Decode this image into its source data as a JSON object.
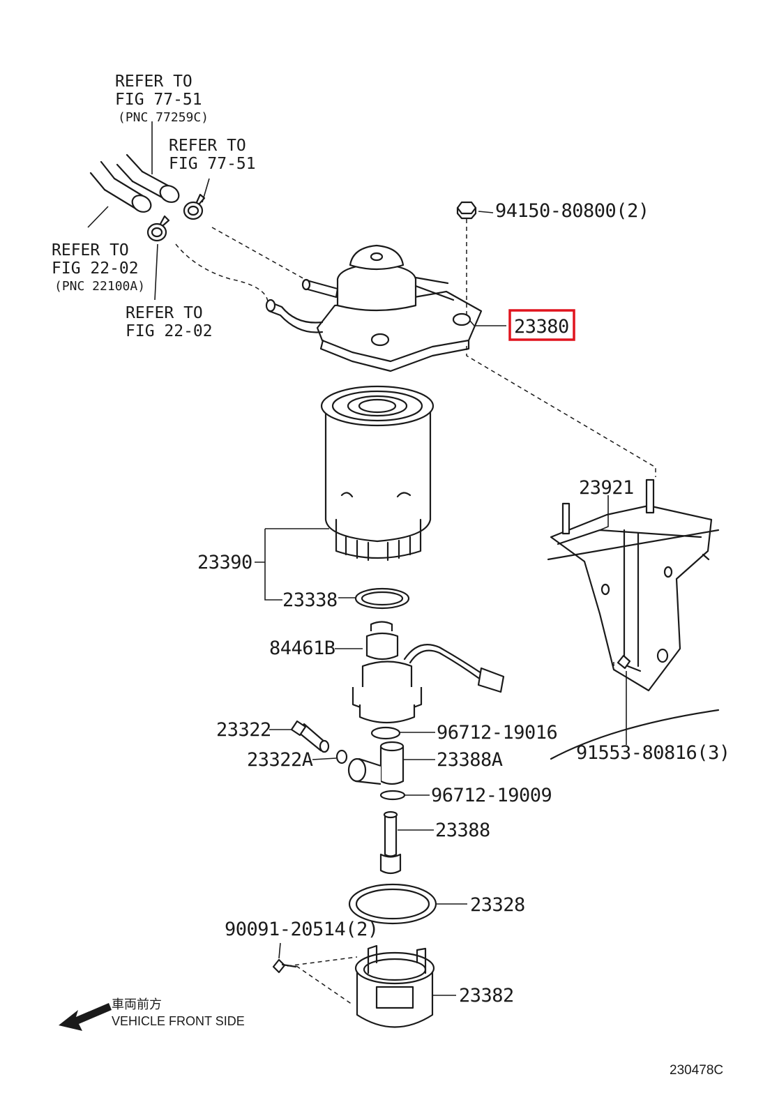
{
  "refs": {
    "fig77_top": {
      "line1": "REFER TO",
      "line2": "FIG 77-51",
      "line3": "(PNC 77259C)"
    },
    "fig77_mid": {
      "line1": "REFER TO",
      "line2": "FIG 77-51"
    },
    "fig22_left": {
      "line1": "REFER TO",
      "line2": "FIG 22-02",
      "line3": "(PNC 22100A)"
    },
    "fig22_low": {
      "line1": "REFER TO",
      "line2": "FIG 22-02"
    }
  },
  "parts": {
    "nut": "94150-80800(2)",
    "filter_head": "23380",
    "bracket": "23921",
    "element": "23390",
    "gasket": "23338",
    "sensor": "84461B",
    "oring_upper": "96712-19016",
    "drain_plug": "23322",
    "drain_plug_gasket": "23322A",
    "union": "23388A",
    "oring_lower": "96712-19009",
    "bolt_union": "23388",
    "ring_gasket": "23328",
    "screw": "90091-20514(2)",
    "bracket_bolt": "91553-80816(3)",
    "cup": "23382"
  },
  "highlight_part": "23380",
  "highlight_color": "#e0141e",
  "direction": {
    "jp": "車両前方",
    "en": "VEHICLE FRONT SIDE",
    "icon": "arrow-left-down-icon"
  },
  "figure_code": "230478C"
}
